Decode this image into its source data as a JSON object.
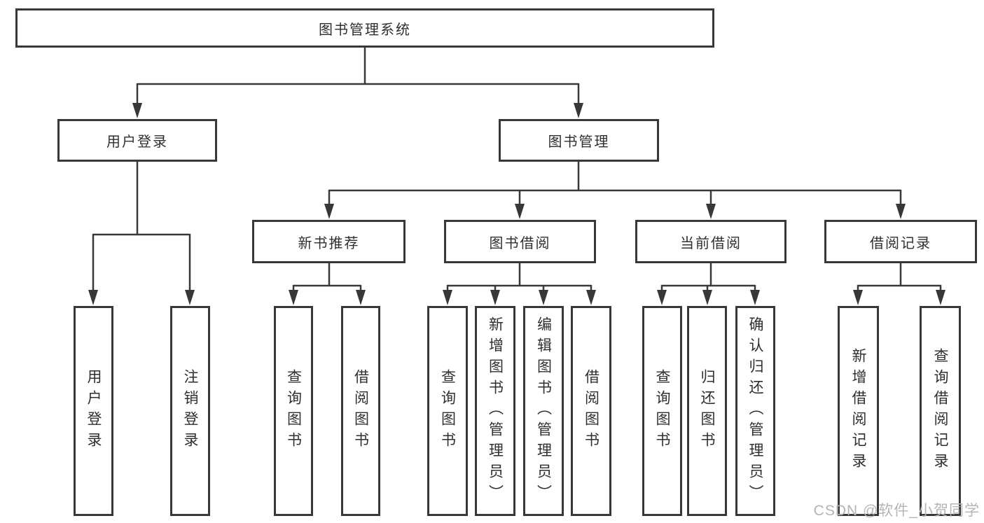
{
  "diagram": {
    "root": {
      "label": "图书管理系统"
    },
    "level2": [
      {
        "label": "用户登录"
      },
      {
        "label": "图书管理"
      }
    ],
    "level3": [
      {
        "label": "新书推荐"
      },
      {
        "label": "图书借阅"
      },
      {
        "label": "当前借阅"
      },
      {
        "label": "借阅记录"
      }
    ],
    "leaves": {
      "user_login": [
        "用户登录",
        "注销登录"
      ],
      "new_book_recommend": [
        "查询图书",
        "借阅图书"
      ],
      "book_borrow": [
        "查询图书",
        "新增图书（管理员）",
        "编辑图书（管理员）",
        "借阅图书"
      ],
      "current_borrow": [
        "查询图书",
        "归还图书",
        "确认归还（管理员）"
      ],
      "borrow_records": [
        "新增借阅记录",
        "查询借阅记录"
      ]
    }
  },
  "watermark": "CSDN @软件_小贺同学",
  "colors": {
    "line": "#383838",
    "text": "#2f2f2f",
    "watermark": "#b5b5b5",
    "background": "#ffffff"
  }
}
